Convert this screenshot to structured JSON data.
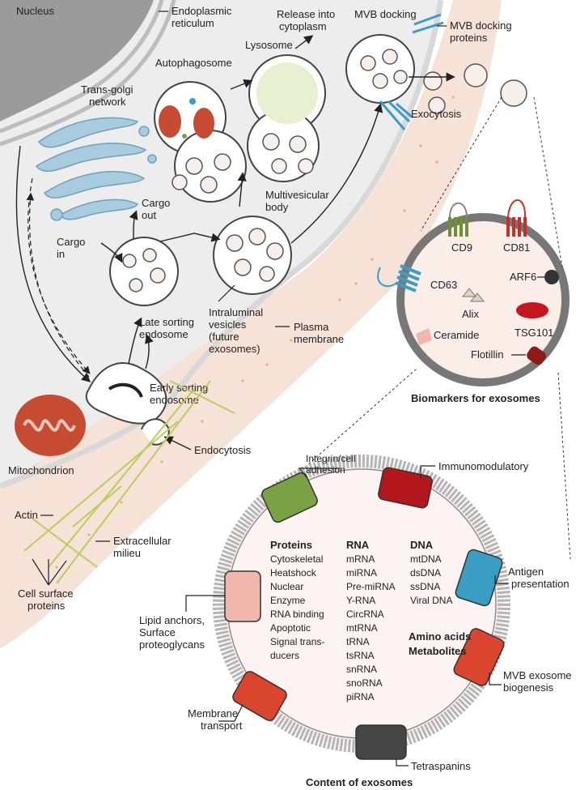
{
  "labels": {
    "nucleus": "Nucleus",
    "er": [
      "Endoplasmic",
      "reticulum"
    ],
    "release": [
      "Release into",
      "cytoplasm"
    ],
    "mvb_docking": "MVB docking",
    "mvb_docking_proteins": [
      "MVB docking",
      "proteins"
    ],
    "autophagosome": "Autophagosome",
    "lysosome": "Lysosome",
    "tgn": [
      "Trans-golgi",
      "network"
    ],
    "exocytosis": "Exocytosis",
    "multivesicular": [
      "Multivesicular",
      "body"
    ],
    "cargo_out": [
      "Cargo",
      "out"
    ],
    "cargo_in": [
      "Cargo",
      "in"
    ],
    "late_sorting": [
      "Late sorting",
      "endosome"
    ],
    "intraluminal": [
      "Intraluminal",
      "vesicles",
      "(future",
      "exosomes)"
    ],
    "plasma_membrane": [
      "Plasma",
      "membrane"
    ],
    "early_sorting": [
      "Early sorting",
      "endosome"
    ],
    "mitochondrion": "Mitochondrion",
    "endocytosis": "Endocytosis",
    "actin": "Actin",
    "extracellular": [
      "Extracellular",
      "milieu"
    ],
    "cell_surface": [
      "Cell surface",
      "proteins"
    ]
  },
  "biomarkers": {
    "title": "Biomarkers for exosomes",
    "cd9": "CD9",
    "cd81": "CD81",
    "cd63": "CD63",
    "arf6": "ARF6",
    "alix": "Alix",
    "tsg101": "TSG101",
    "ceramide": "Ceramide",
    "flotillin": "Flotillin"
  },
  "content": {
    "title": "Content of exosomes",
    "proteins_header": "Proteins",
    "proteins": [
      "Cytoskeletal",
      "Heatshock",
      "Nuclear",
      "Enzyme",
      "RNA binding",
      "Apoptotic",
      "Signal trans-",
      "ducers"
    ],
    "rna_header": "RNA",
    "rna": [
      "mRNA",
      "miRNA",
      "Pre-miRNA",
      "Y-RNA",
      "CircRNA",
      "mtRNA",
      "tRNA",
      "tsRNA",
      "snRNA",
      "snoRNA",
      "piRNA"
    ],
    "dna_header": "DNA",
    "dna": [
      "mtDNA",
      "dsDNA",
      "ssDNA",
      "Viral DNA"
    ],
    "amino": "Amino acids",
    "metabolites": "Metabolites",
    "integrin": [
      "Integrin/cell",
      "adhesion"
    ],
    "immuno": "Immunomodulatory",
    "antigen": [
      "Antigen",
      "presentation"
    ],
    "mvb_exo": [
      "MVB exosome",
      "biogenesis"
    ],
    "tetraspanins": "Tetraspanins",
    "membrane_transport": [
      "Membrane",
      "transport"
    ],
    "lipid": [
      "Lipid anchors,",
      "Surface",
      "proteoglycans"
    ]
  },
  "colors": {
    "cytoplasm": "#ededed",
    "nucleus": "#9b9b9b",
    "golgi": "#a9cbe0",
    "extracellular": "#f7e2d8",
    "mito": "#c74a33",
    "integrin": "#7aa244",
    "immuno": "#b3161d",
    "antigen": "#3b9cc4",
    "mvb_exo": "#d9452d",
    "tetraspanins": "#454545",
    "membrane_transport": "#d9452d",
    "lipid": "#f2b7ac"
  }
}
